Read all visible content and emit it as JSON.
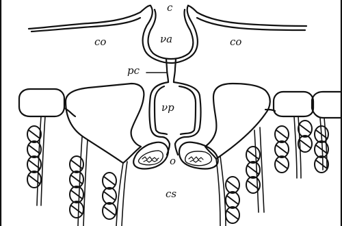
{
  "labels": {
    "c": "c",
    "co_left": "co",
    "va": "νa",
    "co_right": "co",
    "pc": "pc",
    "vp": "νp",
    "o": "o",
    "cs": "cs"
  },
  "colors": {
    "ink": "#111111",
    "paper": "#ffffff"
  }
}
